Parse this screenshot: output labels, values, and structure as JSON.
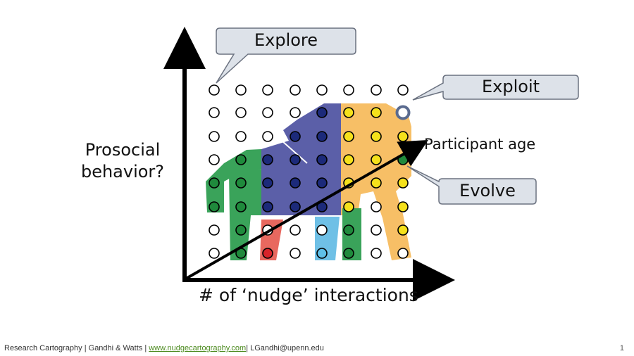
{
  "diagram": {
    "y_axis_label_line1": "Prosocial",
    "y_axis_label_line2": "behavior?",
    "x_axis_label": "# of ‘nudge’ interactions",
    "trend_label": "Participant age",
    "callouts": {
      "explore": "Explore",
      "exploit": "Exploit",
      "evolve": "Evolve"
    },
    "grid": {
      "rows": 8,
      "cols": 8
    },
    "colors": {
      "green": "#3aa35a",
      "navy": "#5b5fa8",
      "orange": "#f7bf66",
      "red": "#e8685f",
      "blue": "#6fc0e6",
      "callout_fill": "#dde2e9",
      "callout_stroke": "#6b7280",
      "dot_green": "#1f8a3c",
      "dot_navy": "#1c2a7a",
      "dot_yellow": "#f5e11b",
      "dot_red": "#d8232a",
      "dot_blue": "#5fbfe8",
      "dot_highlight_ring": "#5a6b8f"
    }
  },
  "footer": {
    "text_before": "Research Cartography | Gandhi & Watts | ",
    "link": "www.nudgecartography.com",
    "text_after": "| LGandhi@upenn.edu",
    "page_number": "1"
  }
}
